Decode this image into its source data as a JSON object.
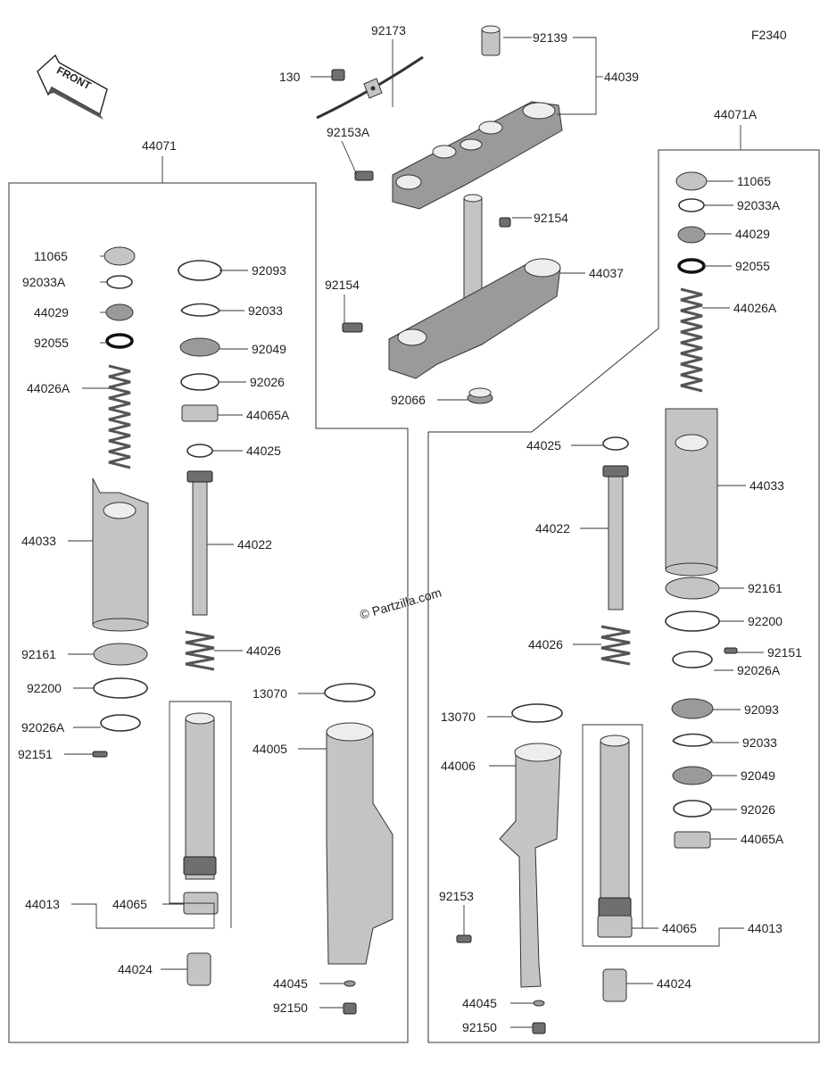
{
  "diagram_code": "F2340",
  "front_label": "FRONT",
  "watermark": "© Partzilla.com",
  "labels": {
    "l92173": "92173",
    "l92139": "92139",
    "l130": "130",
    "l44039": "44039",
    "l92153A": "92153A",
    "l92154a": "92154",
    "l92154b": "92154",
    "l44037": "44037",
    "l92066": "92066",
    "l44071": "44071",
    "l44071A": "44071A",
    "L_11065": "11065",
    "L_92033A": "92033A",
    "L_44029": "44029",
    "L_92055": "92055",
    "L_44026A": "44026A",
    "L_44033": "44033",
    "L_92161": "92161",
    "L_92200": "92200",
    "L_92026A": "92026A",
    "L_92151": "92151",
    "L_44013": "44013",
    "L_44024": "44024",
    "L_92093": "92093",
    "L_92033": "92033",
    "L_92049": "92049",
    "L_92026": "92026",
    "L_44065A": "44065A",
    "L_44025": "44025",
    "L_44022": "44022",
    "L_44026": "44026",
    "L_44065": "44065",
    "L_13070": "13070",
    "L_44005": "44005",
    "L_44045": "44045",
    "L_92150": "92150",
    "R_11065": "11065",
    "R_92033A": "92033A",
    "R_44029": "44029",
    "R_92055": "92055",
    "R_44026A": "44026A",
    "R_44033": "44033",
    "R_92161": "92161",
    "R_92200": "92200",
    "R_92151": "92151",
    "R_92026A": "92026A",
    "R_92093": "92093",
    "R_92033": "92033",
    "R_92049": "92049",
    "R_92026": "92026",
    "R_44065A": "44065A",
    "R_44013": "44013",
    "R_44065": "44065",
    "R_44024": "44024",
    "R_44025": "44025",
    "R_44022": "44022",
    "R_44026": "44026",
    "R_13070": "13070",
    "R_44006": "44006",
    "R_92153": "92153",
    "R_44045": "44045",
    "R_92150": "92150"
  }
}
